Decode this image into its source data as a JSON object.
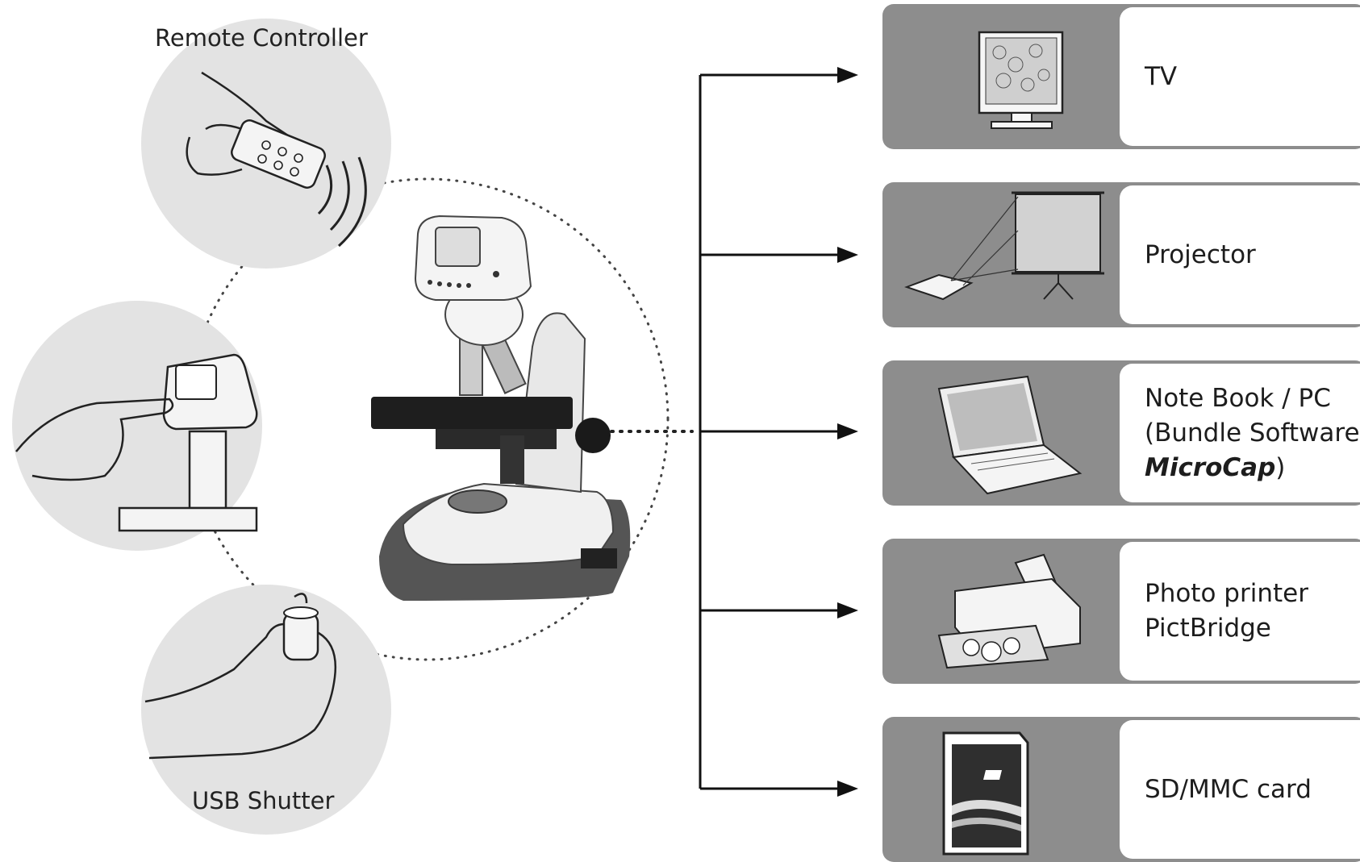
{
  "diagram": {
    "inputs": {
      "remote_controller": "Remote Controller",
      "usb_shutter": "USB Shutter"
    },
    "outputs": [
      {
        "label": "TV"
      },
      {
        "label": "Projector"
      },
      {
        "line1": "Note Book / PC",
        "line2": "(Bundle Software",
        "line3_emphasis": "MicroCap",
        "line3_rest": ")"
      },
      {
        "line1": "Photo printer",
        "line2": "PictBridge"
      },
      {
        "label": "SD/MMC card"
      }
    ],
    "colors": {
      "card": "#8d8d8d",
      "circle": "#e3e3e3",
      "line": "#111111"
    }
  }
}
